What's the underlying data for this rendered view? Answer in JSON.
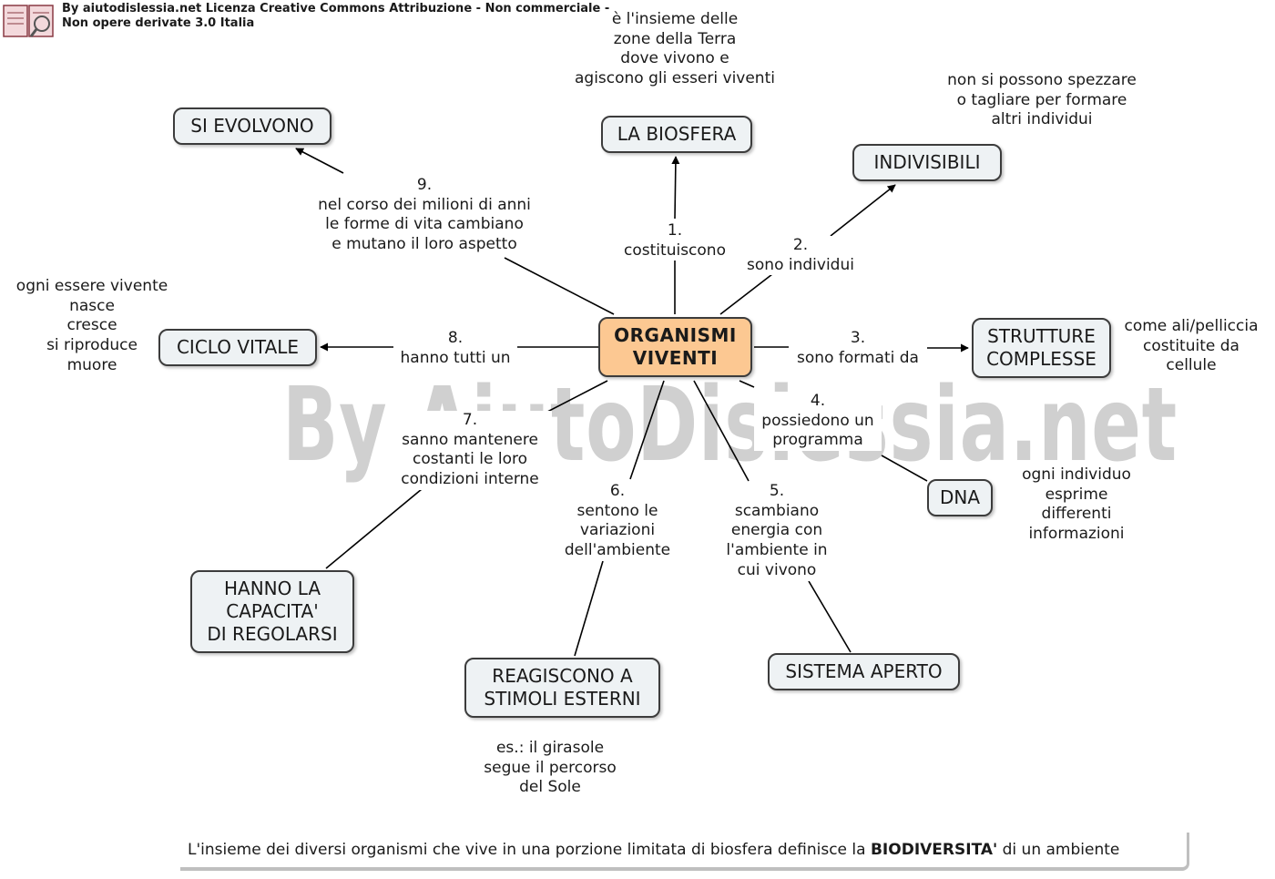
{
  "header": {
    "license": "By aiutodislessia.net Licenza Creative Commons Attribuzione - Non commerciale -\nNon opere derivate 3.0 Italia"
  },
  "watermark": "By AiutoDislessia.net",
  "center": {
    "label": "ORGANISMI\nVIVENTI"
  },
  "nodes": {
    "biosfera": "LA BIOSFERA",
    "indivisibili": "INDIVISIBILI",
    "strutture": "STRUTTURE\nCOMPLESSE",
    "dna": "DNA",
    "sistema": "SISTEMA APERTO",
    "reagiscono": "REAGISCONO A\nSTIMOLI ESTERNI",
    "regolarsi": "HANNO LA\nCAPACITA'\nDI REGOLARSI",
    "ciclo": "CICLO VITALE",
    "evolvono": "SI EVOLVONO"
  },
  "links": {
    "l1": "1.\ncostituiscono",
    "l2": "2.\nsono individui",
    "l3": "3.\nsono formati da",
    "l4": "4.\npossiedono un\nprogramma",
    "l5": "5.\nscambiano\nenergia con\nl'ambiente in\ncui vivono",
    "l6": "6.\nsentono le\nvariazioni\ndell'ambiente",
    "l7": "7.\nsanno mantenere\ncostanti le loro\ncondizioni interne",
    "l8": "8.\nhanno tutti un",
    "l9": "9.\nnel corso dei milioni di anni\nle forme di vita cambiano\ne mutano il loro aspetto"
  },
  "notes": {
    "biosfera": "è l'insieme delle\nzone della Terra\ndove vivono e\nagiscono gli esseri viventi",
    "indivisibili": "non si possono spezzare\no tagliare per formare\naltri individui",
    "strutture": "come ali/pelliccia\ncostituite da\ncellule",
    "dna": "ogni individuo\nesprime\ndifferenti\ninformazioni",
    "reagiscono": "es.: il girasole\nsegue il percorso\ndel Sole",
    "ciclo": "ogni essere vivente\nnasce\ncresce\nsi riproduce\nmuore"
  },
  "footer": {
    "before": "L'insieme dei diversi organismi che vive in una porzione limitata di biosfera definisce la ",
    "bold": "BIODIVERSITA'",
    "after": " di un ambiente"
  }
}
